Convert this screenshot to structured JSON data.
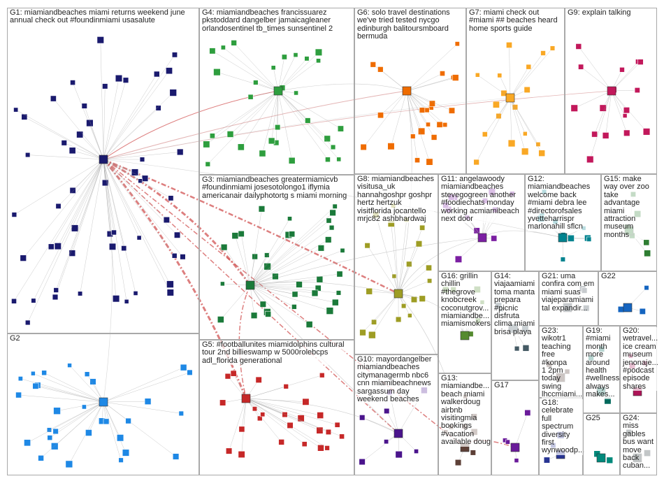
{
  "groups": [
    {
      "id": "G1",
      "label": "G1: miamiandbeaches miami returns weekend june\nannual check out #foundinmiami usasalute",
      "color": "#1a1a6e",
      "node_count": 55
    },
    {
      "id": "G2",
      "label": "G2",
      "color": "#1e88e5",
      "node_count": 30
    },
    {
      "id": "G3",
      "label": "G3: miamiandbeaches greatermiamicvb\n#foundinmiami josesotolongo1 iflymia\namericanair dailyphotortg s miami morning",
      "color": "#1b7a3a",
      "node_count": 35
    },
    {
      "id": "G4",
      "label": "G4: miamiandbeaches francissuarez\npkstoddard dangelber jamaicagleaner\norlandosentinel tb_times sunsentinel 2",
      "color": "#2e9e3e",
      "node_count": 30
    },
    {
      "id": "G5",
      "label": "G5: #footballunites miamidolphins cultural\ntour 2nd billieswamp w 5000rolebcps\nadl_florida generational",
      "color": "#c62828",
      "node_count": 25
    },
    {
      "id": "G6",
      "label": "G6: solo travel destinations\nwe've tried tested nycgo\nedinburgh balitoursmboard\nbermuda",
      "color": "#ef6c00",
      "node_count": 22
    },
    {
      "id": "G7",
      "label": "G7: miami check out\n#miami ## beaches heard\nhome sports guide",
      "color": "#f9a825",
      "node_count": 18
    },
    {
      "id": "G8",
      "label": "G8: miamiandbeaches\nvisitusa_uk\nhannahgoshpr goshpr\nhertz hertzuk\nvisitflorida jocantello\nmrjc82 ashbhardwaj",
      "color": "#9e9d24",
      "node_count": 20
    },
    {
      "id": "G9",
      "label": "G9: explain talking",
      "color": "#c2185b",
      "node_count": 16
    },
    {
      "id": "G10",
      "label": "G10: mayordangelber\nmiamiandbeaches\ncitymanagermb nbc6\ncnn miamibeachnews\nsargassum day\nweekend beaches",
      "color": "#4a148c",
      "node_count": 8
    },
    {
      "id": "G11",
      "label": "G11: angelawoody\nmiamiandbeaches\nstevegogreen another\n#foodiechats monday\nworking acmiamibeach\nnext door",
      "color": "#7b1fa2",
      "node_count": 12
    },
    {
      "id": "G12",
      "label": "G12:\nmiamiandbeaches\nwelcome back\n#miami debra lee\n#directorofsales\nyvetteharrispr\nmarlonahill sflcn",
      "color": "#00838f",
      "node_count": 10
    },
    {
      "id": "G13",
      "label": "G13:\nmiamiandbe...\nbeach miami\nwalkerdoug\nairbnb\nvisitingmia\nbookings\n#vacation\navailable doug",
      "color": "#5d4037",
      "node_count": 8
    },
    {
      "id": "G14",
      "label": "G14:\nviajaamiami\ntoma manta\nprepara\n#picnic\ndisfruta\nclima miami\nbrisa playa",
      "color": "#455a64",
      "node_count": 6
    },
    {
      "id": "G15",
      "label": "G15: make\nway over zoo\ntake\nadvantage\nmiami\nattraction\nmuseum\nmonths",
      "color": "#2e7d32",
      "node_count": 6
    },
    {
      "id": "G16",
      "label": "G16: grillin\nchillin\n#thegrove\nknobcreek\ncoconutgrov...\nmiamiandbe...\nmiamismokers",
      "color": "#558b2f",
      "node_count": 6
    },
    {
      "id": "G17",
      "label": "G17",
      "color": "#6a1b9a",
      "node_count": 4
    },
    {
      "id": "G18",
      "label": "G18:\ncelebrate\nfull\nspectrum\ndiversity\nfirst\nwynwoodp...",
      "color": "#283593",
      "node_count": 3
    },
    {
      "id": "G19",
      "label": "G19: #miami\nmonth\nmore\naround\nhealth\n#wellness\nalways\nmakes...",
      "color": "#00695c",
      "node_count": 3
    },
    {
      "id": "G20",
      "label": "G20:\nwetravel...\nice cream\nmuseum\njenonaje...\n#podcast\nepisode\nshares",
      "color": "#ad1457",
      "node_count": 3
    },
    {
      "id": "G21",
      "label": "G21: uma\nconfira com em\nmiami suas\nviajeparamiami\ntal expandir...",
      "color": "#37474f",
      "node_count": 3
    },
    {
      "id": "G22",
      "label": "G22",
      "color": "#1565c0",
      "node_count": 3
    },
    {
      "id": "G23",
      "label": "G23:\nwikotr1\nteaching\nfree #konpa\n1 2pm\ntoday swing\nlhccmiami...",
      "color": "#4e342e",
      "node_count": 2
    },
    {
      "id": "G24",
      "label": "G24: miss\ngables\nbus want\nmove\nback\ncuban...",
      "color": "#263238",
      "node_count": 2
    },
    {
      "id": "G25",
      "label": "G25",
      "color": "#00897b",
      "node_count": 2
    }
  ]
}
